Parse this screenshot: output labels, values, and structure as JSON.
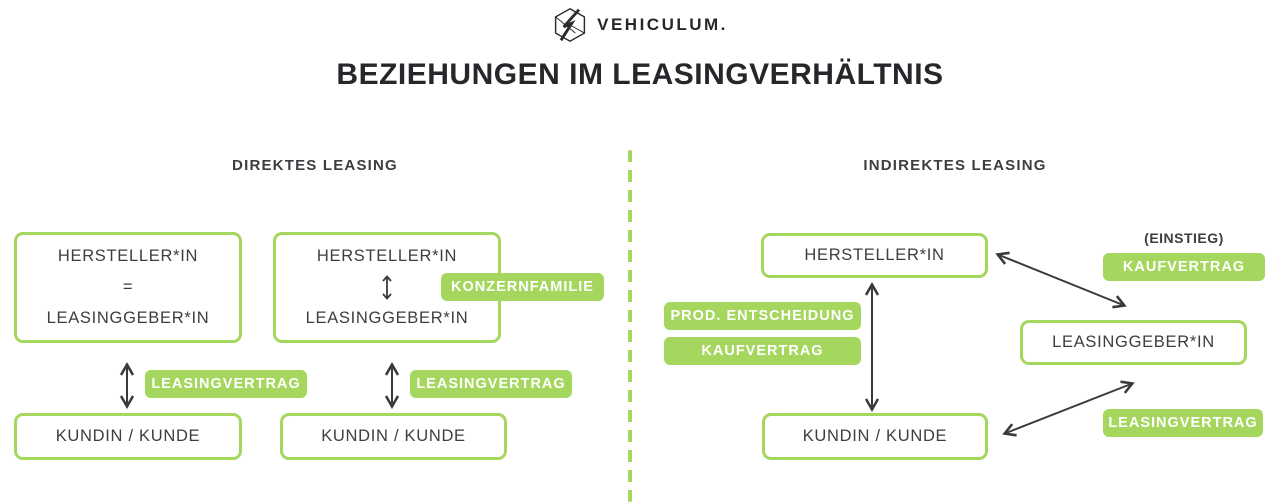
{
  "brand": {
    "logo_text": "VEHICULUM."
  },
  "title": "BEZIEHUNGEN IM LEASINGVERHÄLTNIS",
  "colors": {
    "green": "#a5d65e",
    "dark_text": "#3d3d42",
    "title_text": "#26262b",
    "background": "#ffffff"
  },
  "sections": {
    "direct": {
      "heading": "DIREKTES LEASING",
      "column1": {
        "top_box": {
          "line1": "HERSTELLER*IN",
          "line2": "=",
          "line3": "LEASINGGEBER*IN"
        },
        "relation_badge": "LEASINGVERTRAG",
        "bottom_box": "KUNDIN / KUNDE"
      },
      "column2": {
        "top_box": {
          "line1": "HERSTELLER*IN",
          "line3": "LEASINGGEBER*IN"
        },
        "side_badge": "KONZERNFAMILIE",
        "relation_badge": "LEASINGVERTRAG",
        "bottom_box": "KUNDIN / KUNDE"
      }
    },
    "indirect": {
      "heading": "INDIREKTES LEASING",
      "manufacturer_box": "HERSTELLER*IN",
      "einstieg_label": "(EINSTIEG)",
      "kaufvertrag_top_badge": "KAUFVERTRAG",
      "prod_badge": "PROD. ENTSCHEIDUNG",
      "kaufvertrag_left_badge": "KAUFVERTRAG",
      "lessor_box": "LEASINGGEBER*IN",
      "leasingvertrag_badge": "LEASINGVERTRAG",
      "customer_box": "KUNDIN / KUNDE"
    }
  }
}
